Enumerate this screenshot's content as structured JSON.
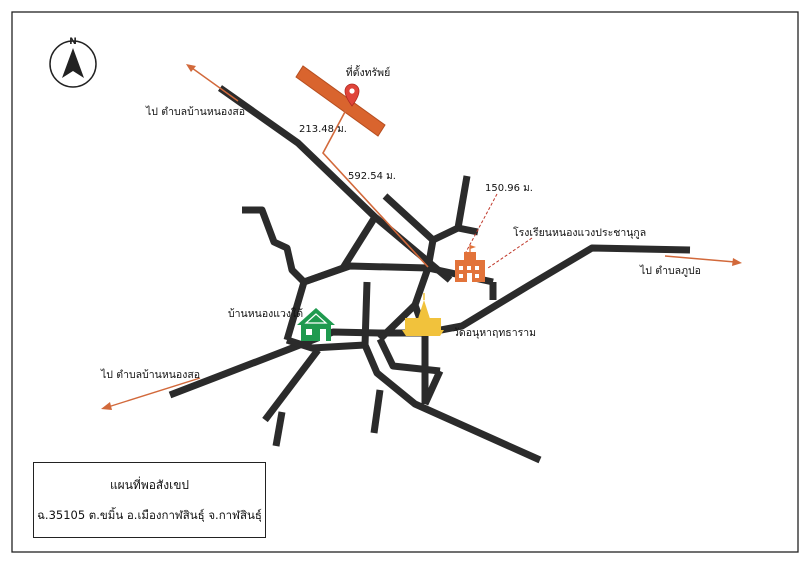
{
  "north": {
    "label": "N"
  },
  "property": {
    "label": "ที่ตั้งทรัพย์"
  },
  "distances": {
    "d1": "213.48 ม.",
    "d2": "592.54 ม.",
    "d3": "150.96 ม."
  },
  "places": {
    "school": "โรงเรียนหนองแวงประชานุกูล",
    "temple": "วัดอนุหาฤทธาราม",
    "village": "บ้านหนองแวงใต้"
  },
  "directions": {
    "to_ban_nong_so_top": "ไป ตำบลบ้านหนองสอ",
    "to_ban_nong_so_bottom": "ไป ตำบลบ้านหนองสอ",
    "to_phu_po": "ไป ตำบลภูปอ"
  },
  "legend": {
    "title": "แผนที่พอสังเขป",
    "address": "ฉ.35105 ต.ขมิ้น อ.เมืองกาฬสินธุ์ จ.กาฬสินธุ์"
  },
  "colors": {
    "road": "#2b2b2b",
    "route": "#d2693b",
    "parcel": "#d9642e",
    "pin": "#e0443a",
    "school": "#e2733a",
    "temple": "#f1c23c",
    "village": "#1f9a4f"
  }
}
